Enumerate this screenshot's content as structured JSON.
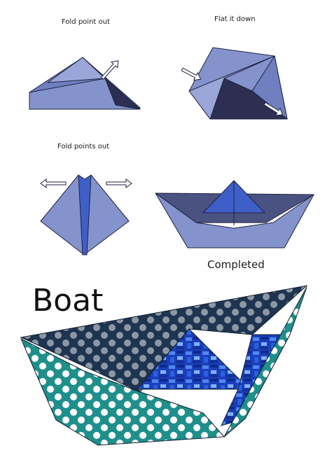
{
  "captions": {
    "step1": "Fold point out",
    "step2": "Flat it down",
    "step3": "Fold points out",
    "completed": "Completed",
    "title": "Boat"
  },
  "colors": {
    "paper_light": "#8593cc",
    "paper_mid": "#6f7fc0",
    "paper_dark": "#2c2f52",
    "paper_blue": "#3f5fc8",
    "teal": "#1f8f8c",
    "navy_pattern": "#1f3450",
    "pixel_blue": "#1d44c8"
  },
  "icons": {
    "step_arrow": "hollow-arrow-icon"
  }
}
